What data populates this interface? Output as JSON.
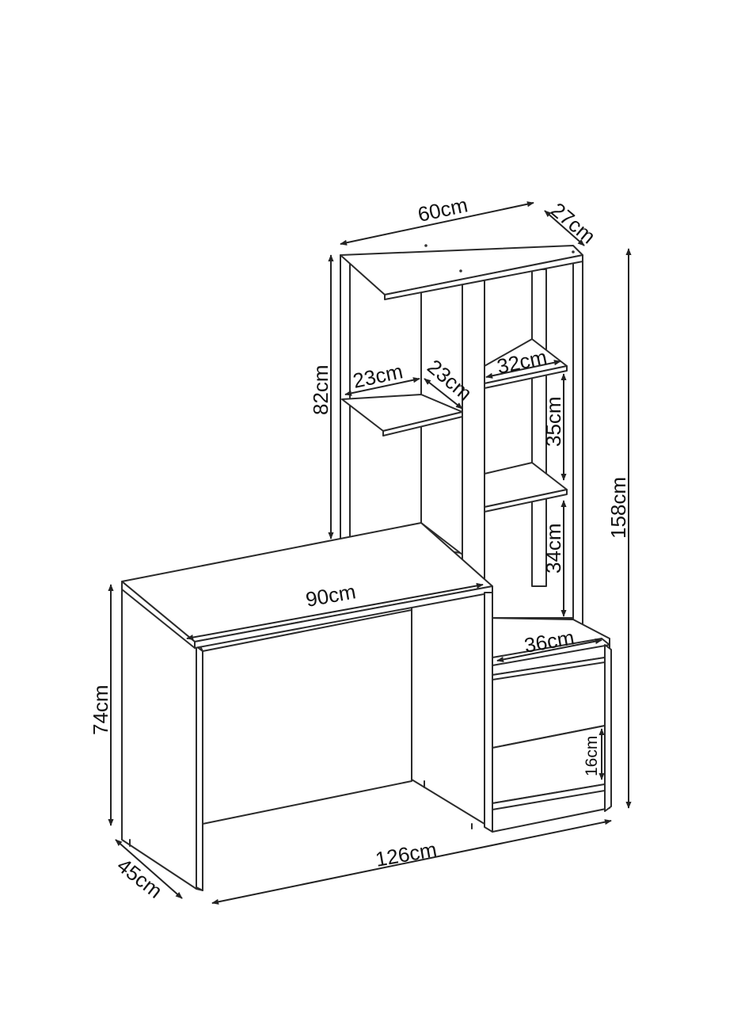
{
  "dimensions": {
    "top_width": "60cm",
    "top_depth": "27cm",
    "tower_height": "82cm",
    "shelf_left_width": "23cm",
    "shelf_left_depth": "23cm",
    "shelf_right_width": "32cm",
    "shelf_gap_upper": "35cm",
    "shelf_gap_lower": "34cm",
    "total_height": "158cm",
    "desk_width": "90cm",
    "drawer_width": "36cm",
    "desk_height": "74cm",
    "drawer_gap": "16cm",
    "total_width": "126cm",
    "desk_depth": "45cm"
  },
  "colors": {
    "line": "#2a2a2a",
    "background": "#ffffff"
  }
}
